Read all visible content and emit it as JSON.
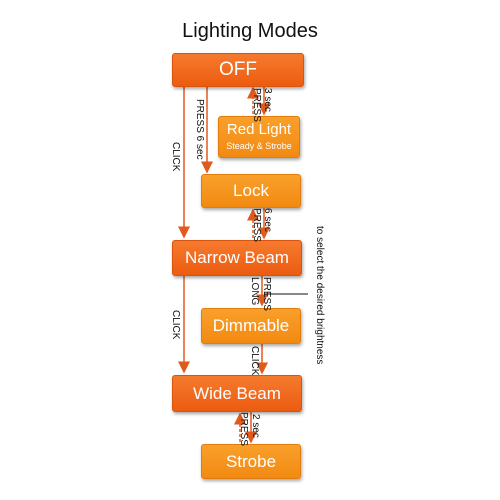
{
  "title": "Lighting Modes",
  "colors": {
    "main_box": "#ec5c10",
    "sub_box": "#f28a12",
    "arrow": "#e05a1c"
  },
  "boxes": {
    "off": "OFF",
    "red_light": "Red Light",
    "red_light_sub": "Steady & Strobe",
    "lock": "Lock",
    "narrow_beam": "Narrow Beam",
    "dimmable": "Dimmable",
    "wide_beam": "Wide Beam",
    "strobe": "Strobe"
  },
  "labels": {
    "off_click": "CLICK",
    "off_press6": "PRESS 6 sec",
    "off_press3": "PRESS",
    "off_press3_time": "3 sec",
    "lock_press": "PRESS",
    "lock_press_time": "6 sec",
    "narrow_long": "LONG",
    "narrow_press": "PRESS",
    "narrow_click": "CLICK",
    "dim_click": "CLICK",
    "wide_press": "PRESS",
    "wide_press_time": "2 sec",
    "brightness_note": "to select the desired brightness"
  }
}
